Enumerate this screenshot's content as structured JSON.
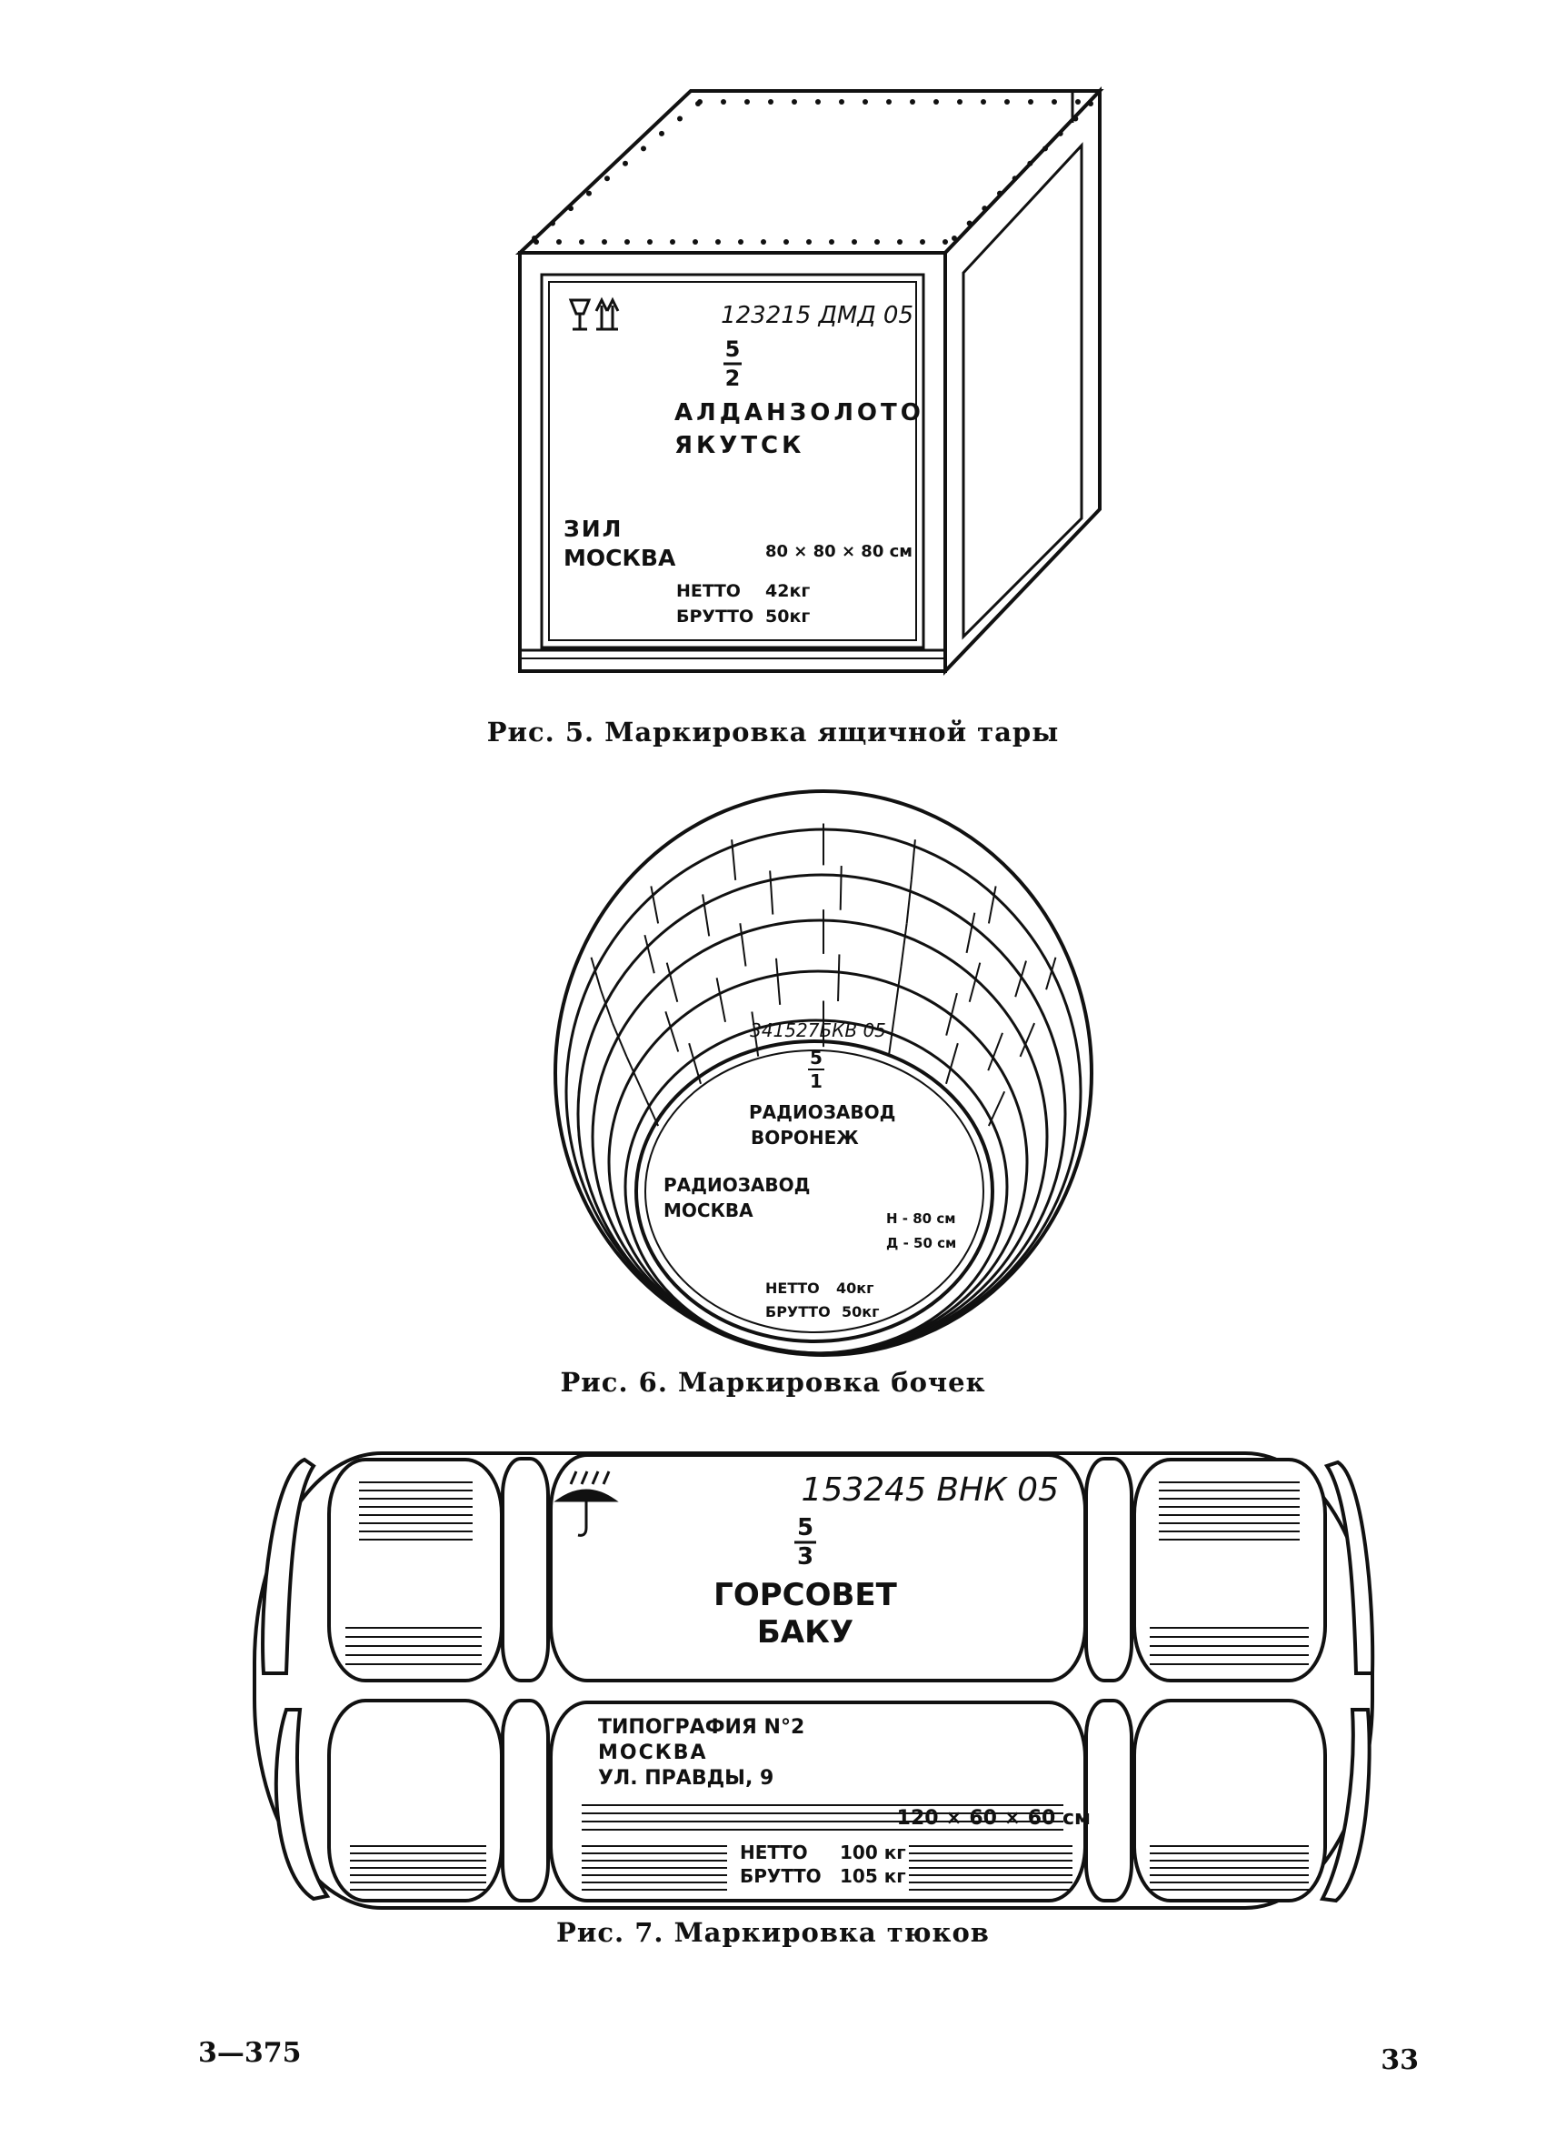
{
  "figures": {
    "box": {
      "caption": "Рис. 5. Маркировка ящичной тары",
      "code": "123215 ДМД 05",
      "frac_num": "5",
      "frac_den": "2",
      "recipient": "АЛДАНЗОЛОТО",
      "recipient_city": "ЯКУТСК",
      "sender": "ЗИЛ",
      "sender_city": "МОСКВА",
      "size": "80 × 80 × 80 см",
      "netto_label": "НЕТТО",
      "netto_value": "42кг",
      "brutto_label": "БРУТТО",
      "brutto_value": "50кг",
      "handling_icons": [
        "fragile-glass-icon",
        "this-way-up-icon"
      ]
    },
    "barrel": {
      "caption": "Рис. 6. Маркировка бочек",
      "code": "341527БКВ 05",
      "frac_num": "5",
      "frac_den": "1",
      "recipient": "РАДИОЗАВОД",
      "recipient_city": "ВОРОНЕЖ",
      "sender": "РАДИОЗАВОД",
      "sender_city": "МОСКВА",
      "height": "Н - 80 см",
      "diameter": "Д - 50 см",
      "netto_label": "НЕТТО",
      "netto_value": "40кг",
      "brutto_label": "БРУТТО",
      "brutto_value": "50кг"
    },
    "bale": {
      "caption": "Рис. 7. Маркировка тюков",
      "code": "153245 ВНК 05",
      "frac_num": "5",
      "frac_den": "3",
      "recipient": "ГОРСОВЕТ",
      "recipient_city": "БАКУ",
      "sender": "ТИПОГРАФИЯ N°2",
      "sender_city": "МОСКВА",
      "sender_street": "УЛ. ПРАВДЫ, 9",
      "size": "120 × 60 × 60 см",
      "netto_label": "НЕТТО",
      "netto_value": "100 кг",
      "brutto_label": "БРУТТО",
      "brutto_value": "105 кг",
      "handling_icons": [
        "keep-dry-umbrella-icon"
      ]
    }
  },
  "footer": {
    "sheet_mark": "3—375",
    "page_number": "33"
  }
}
